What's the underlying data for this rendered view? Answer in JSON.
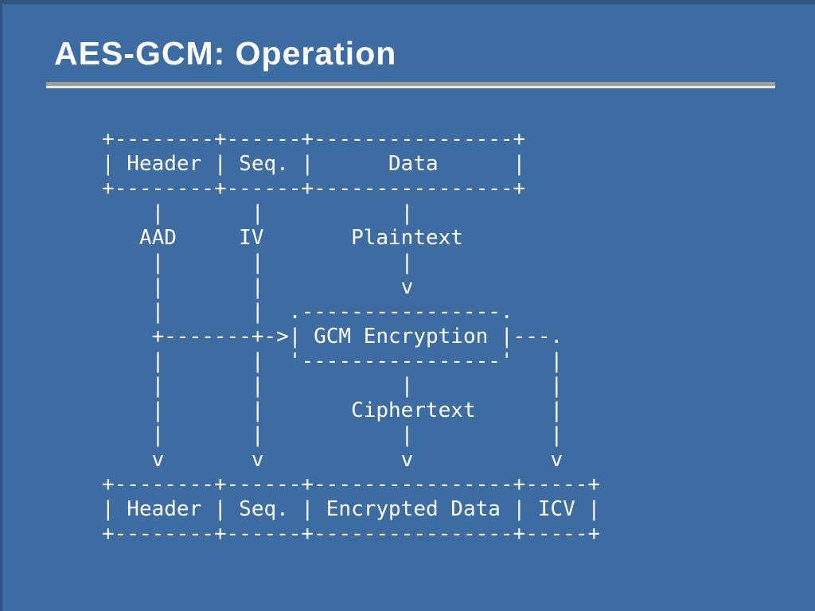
{
  "slide": {
    "title": "AES-GCM: Operation"
  },
  "colors": {
    "background": "#3c6ca2",
    "edge_shade": "#2f5580",
    "title_text": "#fdfdfd",
    "diagram_text": "#ffffff",
    "rule_gray": "#9c9e98",
    "rule_highlight": "#eaece6"
  },
  "diagram": {
    "lines": [
      "+--------+------+----------------+",
      "| Header | Seq. |      Data      |",
      "+--------+------+----------------+",
      "    |       |           |",
      "   AAD     IV       Plaintext",
      "    |       |           |",
      "    |       |           v",
      "    |       |  .----------------.",
      "    +-------+->| GCM Encryption |---.",
      "    |       |  '----------------'   |",
      "    |       |           |           |",
      "    |       |       Ciphertext      |",
      "    |       |           |           |",
      "    v       v           v           v",
      "+--------+------+----------------+-----+",
      "| Header | Seq. | Encrypted Data | ICV |",
      "+--------+------+----------------+-----+"
    ],
    "packet_in": {
      "fields": [
        "Header",
        "Seq.",
        "Data"
      ]
    },
    "inputs": [
      "AAD",
      "IV",
      "Plaintext"
    ],
    "process": "GCM Encryption",
    "intermediate": "Ciphertext",
    "packet_out": {
      "fields": [
        "Header",
        "Seq.",
        "Encrypted Data",
        "ICV"
      ]
    }
  }
}
